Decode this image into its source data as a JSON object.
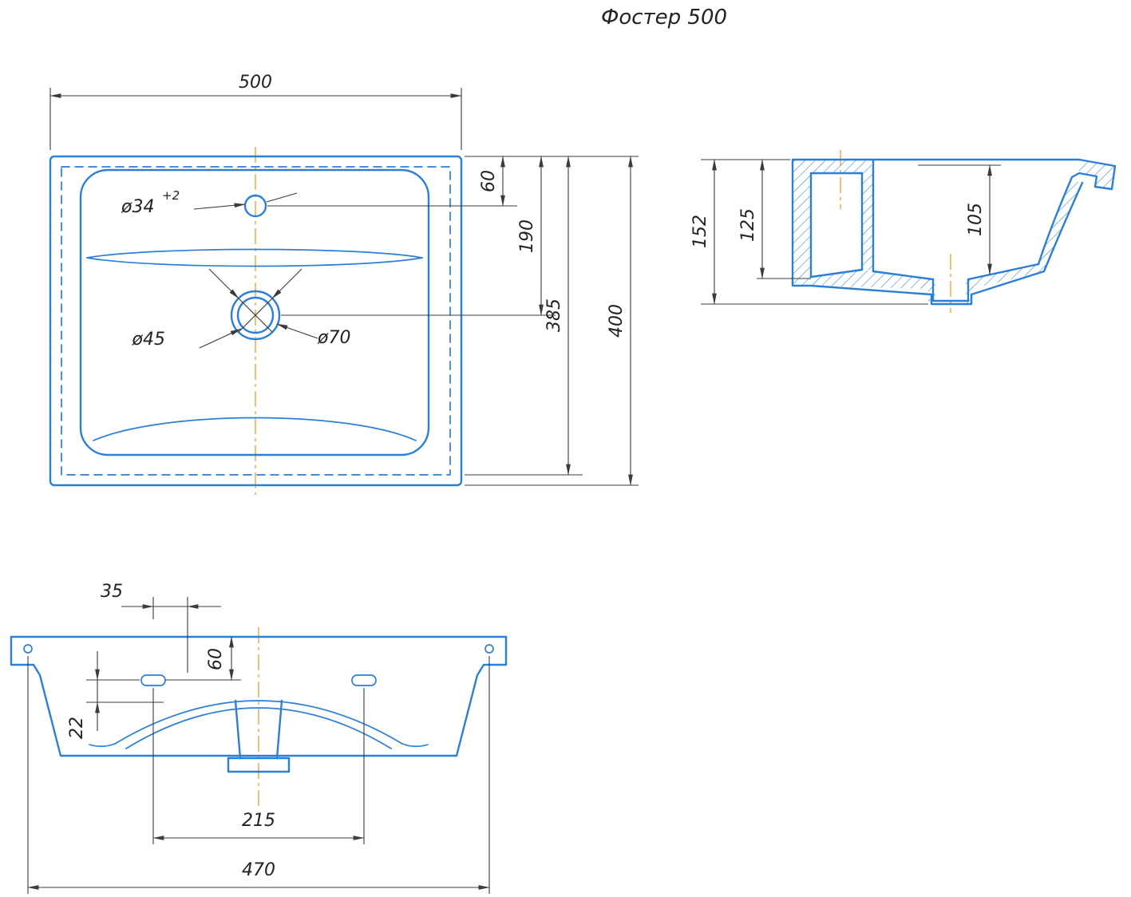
{
  "title": "Фостер 500",
  "colors": {
    "line": "#2b7fd6",
    "center": "#f2a33c",
    "dim": "#3b3b3b"
  },
  "top_view": {
    "dim_width": "500",
    "dim_faucet_offset": "60",
    "dim_drain_offset": "190",
    "dim_inner_depth": "385",
    "dim_overall_depth": "400",
    "faucet_hole_diameter": "ø34",
    "faucet_hole_tolerance": "+2",
    "drain_hole_diameter": "ø45",
    "overflow_diameter": "ø70"
  },
  "side_view": {
    "dim_overall_height": "152",
    "dim_inner_height": "125",
    "dim_basin_depth": "105"
  },
  "front_view": {
    "dim_hole_offset": "35",
    "dim_hole_top_offset": "60",
    "dim_edge_drop": "22",
    "dim_hole_span": "215",
    "dim_mount_width": "470"
  }
}
